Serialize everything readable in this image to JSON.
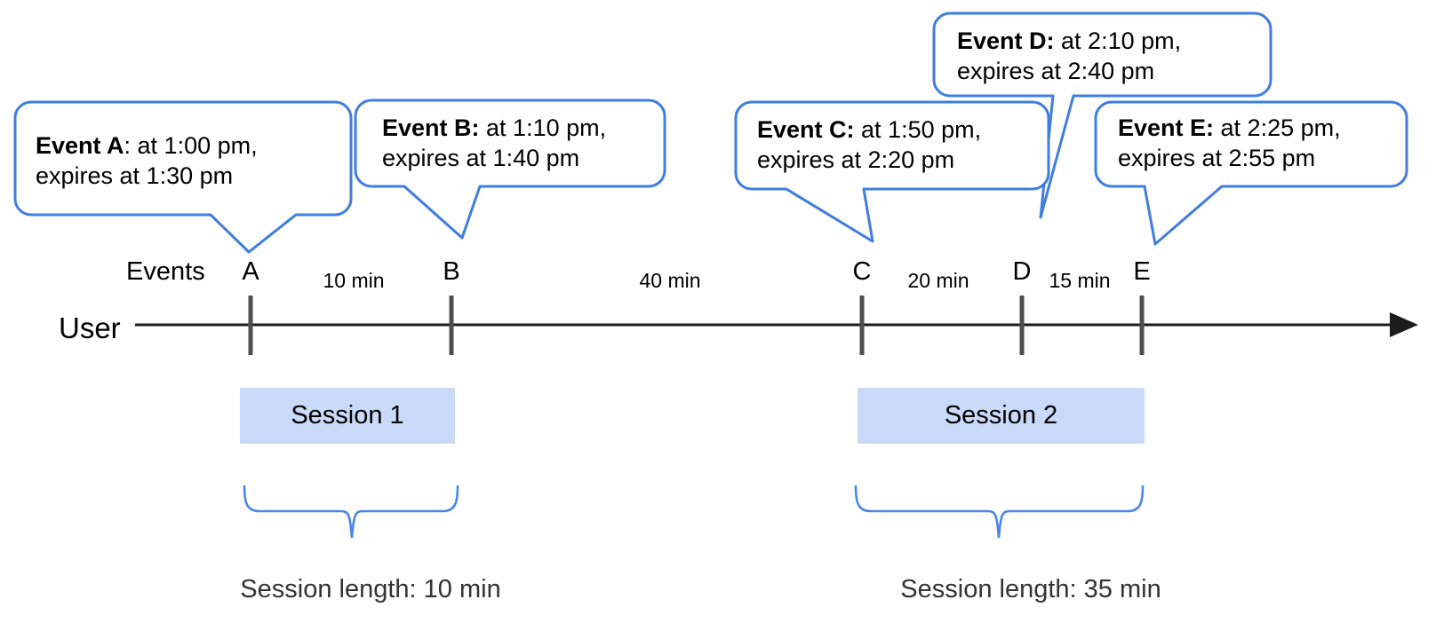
{
  "diagram": {
    "type": "timeline",
    "user_label": "User",
    "events_label": "Events",
    "bubbles": [
      {
        "bold": "Event A",
        "rest": ": at 1:00 pm,",
        "line2": "expires at 1:30 pm"
      },
      {
        "bold": "Event B:",
        "rest": " at 1:10 pm,",
        "line2": "expires at 1:40 pm"
      },
      {
        "bold": "Event C:",
        "rest": " at 1:50 pm,",
        "line2": "expires at 2:20 pm"
      },
      {
        "bold": "Event D:",
        "rest": " at 2:10 pm,",
        "line2": "expires at 2:40 pm"
      },
      {
        "bold": "Event E:",
        "rest": " at 2:25 pm,",
        "line2": "expires at 2:55 pm"
      }
    ],
    "event_ticks": [
      {
        "label": "A"
      },
      {
        "label": "B"
      },
      {
        "label": "C"
      },
      {
        "label": "D"
      },
      {
        "label": "E"
      }
    ],
    "intervals": [
      {
        "label": "10 min"
      },
      {
        "label": "40 min"
      },
      {
        "label": "20 min"
      },
      {
        "label": "15 min"
      }
    ],
    "sessions": [
      {
        "label": "Session 1",
        "length_label": "Session length: 10 min"
      },
      {
        "label": "Session 2",
        "length_label": "Session length: 35 min"
      }
    ],
    "colors": {
      "bubble_border": "#3f7de0",
      "brace": "#4a86e8",
      "session_fill": "#c9daf8",
      "timeline": "#1c1c1c",
      "tick": "#4d4d4d",
      "length_text": "#333333"
    }
  }
}
